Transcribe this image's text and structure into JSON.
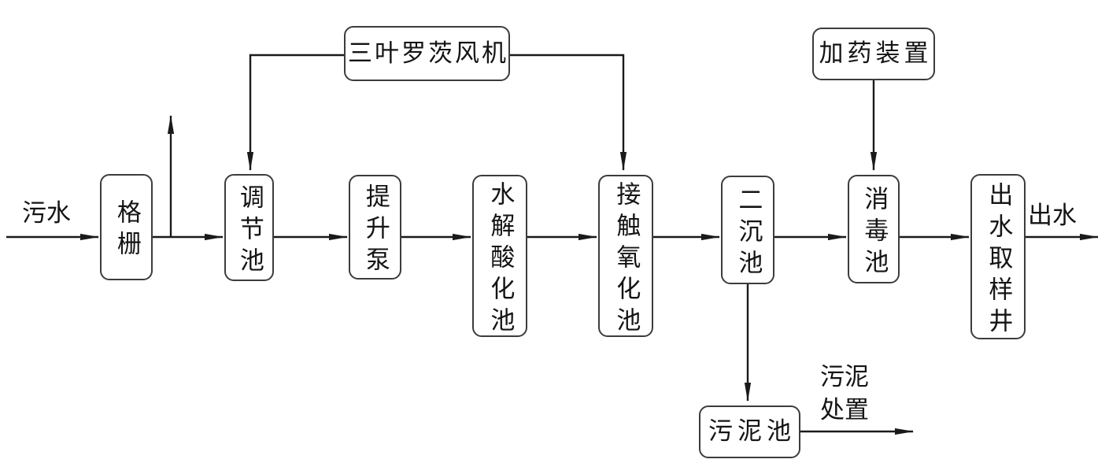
{
  "diagram": {
    "kind": "process-flowchart",
    "colors": {
      "background": "#ffffff",
      "line": "#1a1a1a",
      "box_border": "#3c3c3c",
      "text": "#141414"
    },
    "nodes": {
      "blower": {
        "label": "三叶罗茨风机"
      },
      "dosing_device": {
        "label": "加药装置"
      },
      "grating": {
        "label": "格栅"
      },
      "regulating_tank": {
        "label": "调节池"
      },
      "lift_pump": {
        "label": "提升泵"
      },
      "hydrolysis_acidification_tank": {
        "label": "水解酸化池"
      },
      "contact_oxidation_tank": {
        "label": "接触氧化池"
      },
      "secondary_sedimentation_tank": {
        "label": "二沉池"
      },
      "disinfection_tank": {
        "label": "消毒池"
      },
      "outlet_sampling_well": {
        "label": "出水取样井"
      },
      "sludge_tank": {
        "label": "污泥池"
      }
    },
    "labels": {
      "inflow": "污水",
      "outflow": "出水",
      "sludge_disposal": "污泥\n处置"
    }
  }
}
